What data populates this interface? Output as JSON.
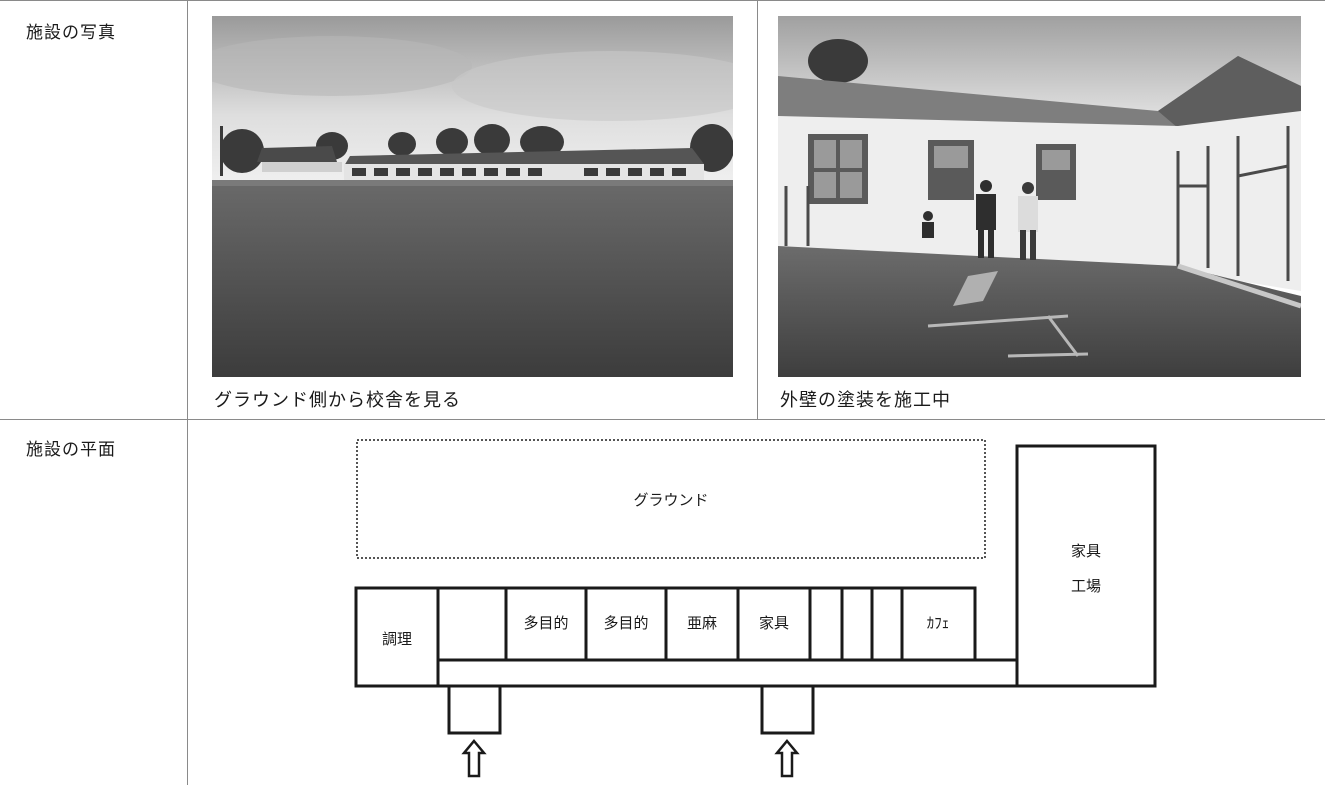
{
  "rows": {
    "photos_label": "施設の写真",
    "plan_label": "施設の平面"
  },
  "photos": [
    {
      "caption": "グラウンド側から校舎を見る"
    },
    {
      "caption": "外壁の塗装を施工中"
    }
  ],
  "plan": {
    "ground_label": "グラウンド",
    "factory_label_line1": "家具",
    "factory_label_line2": "工場",
    "rooms": {
      "cooking": "調理",
      "multi1": "多目的",
      "multi2": "多目的",
      "linen": "亜麻",
      "furniture": "家具",
      "cafe": "ｶﾌｪ"
    }
  },
  "colors": {
    "rule": "#8a8a8a",
    "plan_stroke": "#1a1a1a"
  }
}
